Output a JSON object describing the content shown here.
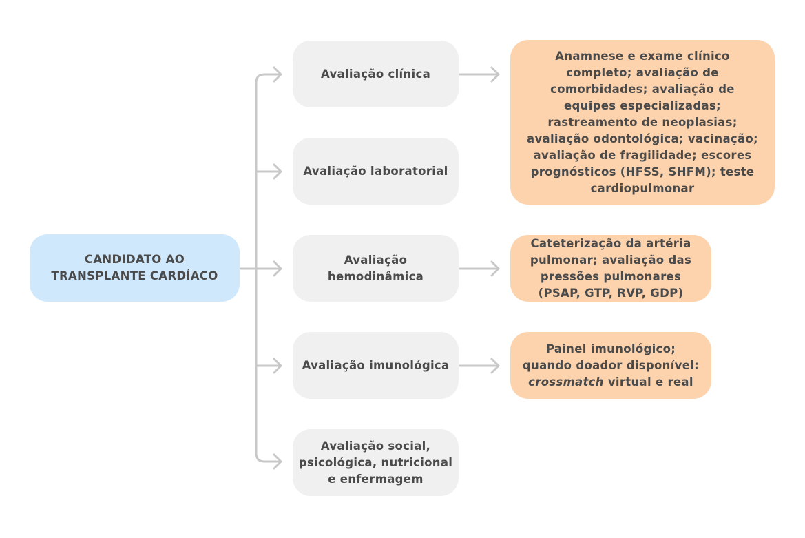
{
  "root": {
    "lines": [
      "CANDIDATO AO",
      "TRANSPLANTE CARDÍACO"
    ]
  },
  "steps": [
    {
      "lines": [
        "Avaliação clínica"
      ]
    },
    {
      "lines": [
        "Avaliação laboratorial"
      ]
    },
    {
      "lines": [
        "Avaliação",
        "hemodinâmica"
      ]
    },
    {
      "lines": [
        "Avaliação imunológica"
      ]
    },
    {
      "lines": [
        "Avaliação social,",
        "psicológica, nutricional",
        "e enfermagem"
      ]
    }
  ],
  "details": {
    "clinical": {
      "lines": [
        "Anamnese e exame clínico",
        "completo; avaliação de",
        "comorbidades; avaliação de",
        "equipes especializadas;",
        "rastreamento de neoplasias;",
        "avaliação odontológica; vacinação;",
        "avaliação de fragilidade; escores",
        "prognósticos (HFSS, SHFM); teste",
        "cardiopulmonar"
      ]
    },
    "hemodynamic": {
      "lines": [
        "Cateterização da artéria",
        "pulmonar; avaliação das",
        "pressões pulmonares",
        "(PSAP, GTP, RVP, GDP)"
      ]
    },
    "immunologic": {
      "line1": "Painel imunológico;",
      "line2": "quando doador disponível:",
      "line3_italic": "crossmatch",
      "line3_rest": " virtual e real"
    }
  },
  "colors": {
    "root_fill": "#cfe8fb",
    "step_fill": "#f0f0f0",
    "detail_fill": "#fdd3ae",
    "connector": "#c8c8c8",
    "text": "#4a4a4a"
  }
}
